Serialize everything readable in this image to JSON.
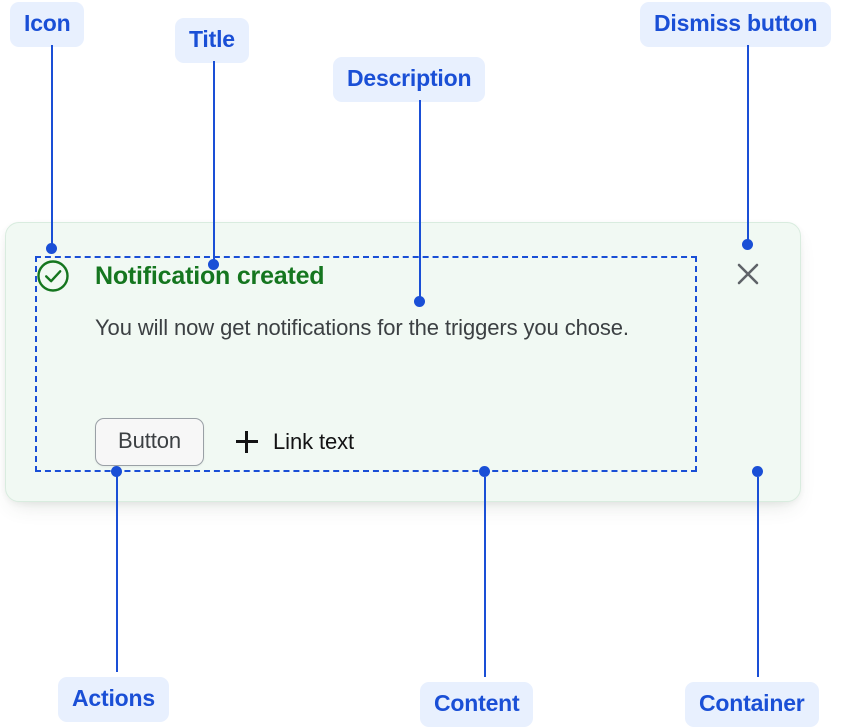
{
  "annotations": [
    {
      "id": "icon",
      "label": "Icon"
    },
    {
      "id": "title",
      "label": "Title"
    },
    {
      "id": "desc",
      "label": "Description"
    },
    {
      "id": "dismiss",
      "label": "Dismiss button"
    },
    {
      "id": "actions",
      "label": "Actions"
    },
    {
      "id": "content",
      "label": "Content"
    },
    {
      "id": "container",
      "label": "Container"
    }
  ],
  "notification": {
    "status_icon": "check-circle-icon",
    "title": "Notification created",
    "description": "You will now get notifications for the triggers you chose.",
    "actions": {
      "button_label": "Button",
      "link_icon": "plus-icon",
      "link_label": "Link text"
    },
    "dismiss_icon": "close-icon"
  },
  "colors": {
    "annotation_blue": "#1a4fd6",
    "annotation_chip_bg": "#e8f0fe",
    "success_green": "#15761f",
    "container_bg": "#f1f9f3",
    "container_border": "#d9ecdf",
    "body_text": "#3c4043",
    "dismiss_icon": "#5f6368",
    "button_bg": "#f7f7f7",
    "button_border": "#9aa0a6"
  }
}
